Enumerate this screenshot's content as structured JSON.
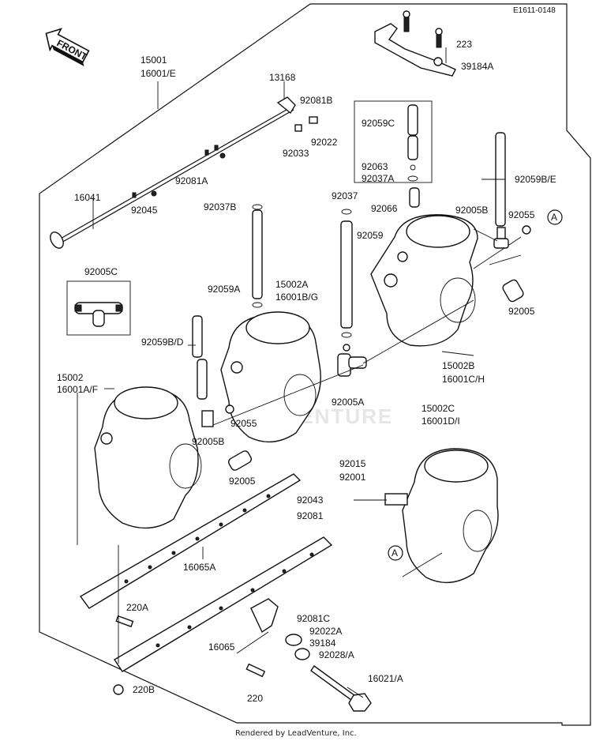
{
  "header": {
    "ref_code": "E1611-0148",
    "front_label": "FRONT"
  },
  "watermark": "VENTURE",
  "footer": "Rendered by LeadVenture, Inc.",
  "callouts": [
    "A",
    "A"
  ],
  "labels": {
    "p15001": "15001",
    "p16001e": "16001/E",
    "p13168": "13168",
    "p92081b": "92081B",
    "p92022": "92022",
    "p92033": "92033",
    "p92081a": "92081A",
    "p16041": "16041",
    "p92045": "92045",
    "p92005c": "92005C",
    "p92037b": "92037B",
    "p92059a": "92059A",
    "p15002a": "15002A",
    "p16001bg": "16001B/G",
    "p92059bd": "92059B/D",
    "p15002": "15002",
    "p16001af": "16001A/F",
    "p92055a": "92055",
    "p92005b_l": "92005B",
    "p92005_l": "92005",
    "p16065a": "16065A",
    "p220a": "220A",
    "p16065": "16065",
    "p220b": "220B",
    "p220": "220",
    "p223": "223",
    "p39184a": "39184A",
    "p92059c": "92059C",
    "p92063": "92063",
    "p92037a": "92037A",
    "p92066": "92066",
    "p92037": "92037",
    "p92059": "92059",
    "p92059be": "92059B/E",
    "p92005b_r": "92005B",
    "p92055b": "92055",
    "p92005_r": "92005",
    "p15002b": "15002B",
    "p16001ch": "16001C/H",
    "p92005a": "92005A",
    "p15002c": "15002C",
    "p16001di": "16001D/I",
    "p92015": "92015",
    "p92001": "92001",
    "p92043": "92043",
    "p92081": "92081",
    "p92081c": "92081C",
    "p92022a": "92022A",
    "p39184": "39184",
    "p92028a": "92028/A",
    "p16021a": "16021/A"
  }
}
